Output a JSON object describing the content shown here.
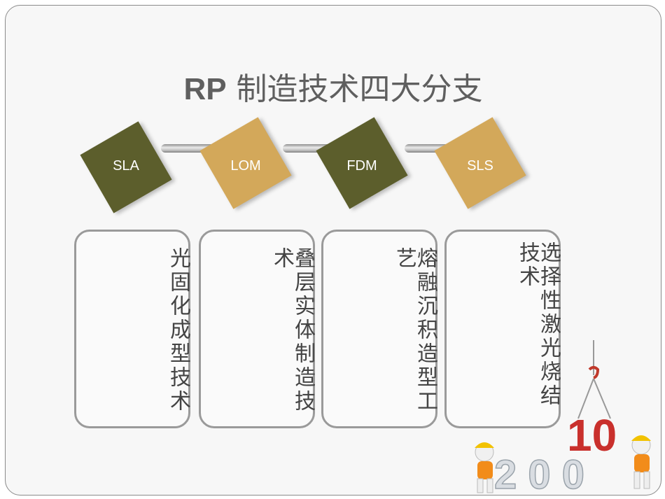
{
  "title": {
    "prefix": "RP",
    "rest": " 制造技术四大分支"
  },
  "branches": [
    {
      "code": "SLA",
      "name": "光固化成型技术",
      "color": "#5c5e2c"
    },
    {
      "code": "LOM",
      "name": "叠层实体制造技术",
      "color": "#d3a85a"
    },
    {
      "code": "FDM",
      "name": "熔融沉积造型工艺",
      "color": "#5c5e2c"
    },
    {
      "code": "SLS",
      "name": "选择性激光烧结技术",
      "color": "#d3a85a"
    }
  ],
  "illustration": {
    "number": "10",
    "digits": "2 0 0"
  }
}
